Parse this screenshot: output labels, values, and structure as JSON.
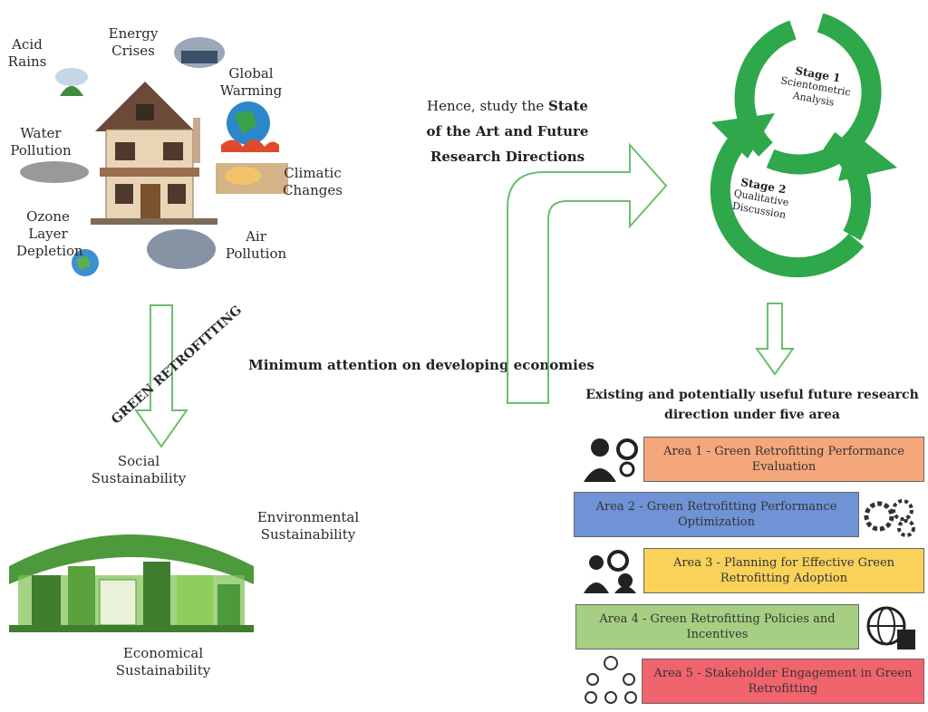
{
  "left_issues": {
    "acid_rains": "Acid Rains",
    "energy_crises": "Energy Crises",
    "global_warming": "Global Warming",
    "water_pollution": "Water Pollution",
    "climatic_changes": "Climatic Changes",
    "ozone_depletion": "Ozone Layer Depletion",
    "air_pollution": "Air Pollution"
  },
  "green_retrofitting": "GREEN RETROFITTING",
  "minimum_attention": "Minimum attention on developing economies",
  "sustainability": {
    "social": "Social Sustainability",
    "environmental": "Environmental Sustainability",
    "economical": "Economical Sustainability"
  },
  "hence": {
    "prefix": "Hence, study the ",
    "bold1": "State",
    "line2": "of the Art and Future",
    "line3": "Research Directions"
  },
  "stages": {
    "stage1_title": "Stage 1",
    "stage1_desc": "Scientometric Analysis",
    "stage2_title": "Stage 2",
    "stage2_desc": "Qualitative Discussion"
  },
  "existing_text": "Existing and potentially useful future research direction under five area",
  "areas": [
    {
      "label": "Area 1 - Green Retrofitting Performance Evaluation",
      "color": "#f4a77a"
    },
    {
      "label": "Area 2 - Green Retrofitting Performance Optimization",
      "color": "#6f93d6"
    },
    {
      "label": "Area 3 - Planning for Effective Green Retrofitting Adoption",
      "color": "#fad25a"
    },
    {
      "label": "Area 4 - Green Retrofitting Policies and Incentives",
      "color": "#a6cf83"
    },
    {
      "label": "Area 5 - Stakeholder Engagement in Green Retrofitting",
      "color": "#f0646e"
    }
  ]
}
